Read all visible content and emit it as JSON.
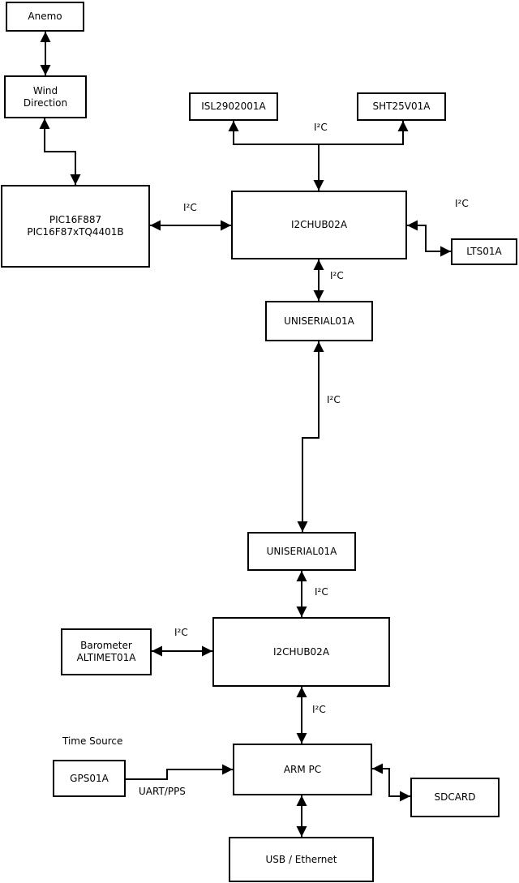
{
  "diagram": {
    "colors": {
      "background": "#ffffff",
      "line": "#000000",
      "text": "#000000"
    },
    "nodes": {
      "anemo": {
        "label": "Anemo"
      },
      "wind_direction": {
        "line1": "Wind",
        "line2": "Direction"
      },
      "pic": {
        "line1": "PIC16F887",
        "line2": "PIC16F87xTQ4401B"
      },
      "isl": {
        "label": "ISL2902001A"
      },
      "sht": {
        "label": "SHT25V01A"
      },
      "hub1": {
        "label": "I2CHUB02A"
      },
      "lts": {
        "label": "LTS01A"
      },
      "uniserial1": {
        "label": "UNISERIAL01A"
      },
      "uniserial2": {
        "label": "UNISERIAL01A"
      },
      "hub2": {
        "label": "I2CHUB02A"
      },
      "barometer": {
        "line1": "Barometer",
        "line2": "ALTIMET01A"
      },
      "gps": {
        "label": "GPS01A"
      },
      "arm_pc": {
        "label": "ARM PC"
      },
      "sdcard": {
        "label": "SDCARD"
      },
      "usb_ethernet": {
        "label": "USB / Ethernet"
      }
    },
    "labels": {
      "i2c": "I²C",
      "time_source": "Time Source",
      "uart_pps": "UART/PPS"
    }
  }
}
